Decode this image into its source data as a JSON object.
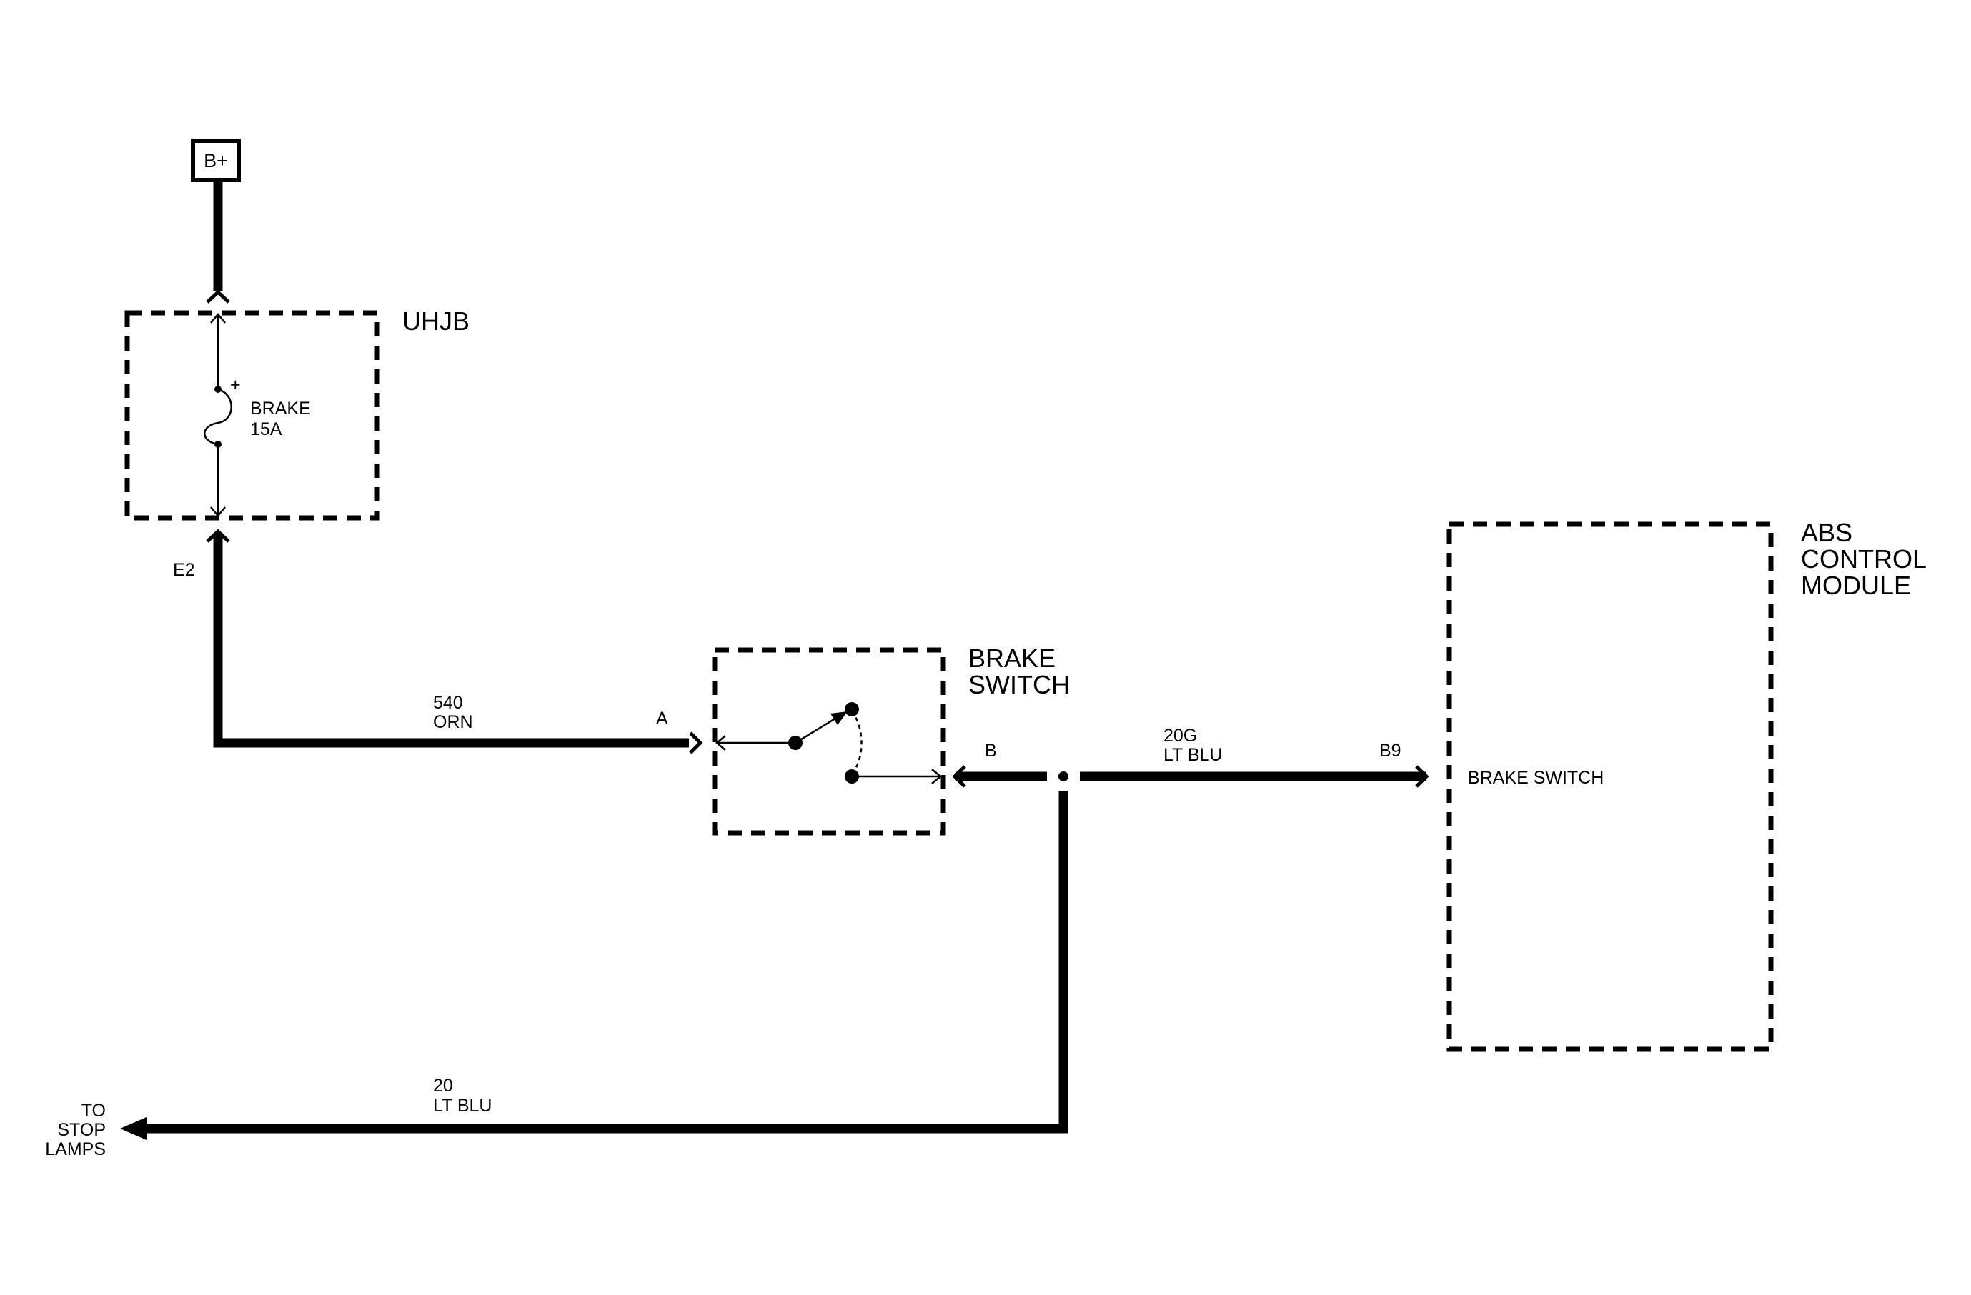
{
  "battery": {
    "label": "B+"
  },
  "junction_box": {
    "name": "UHJB",
    "fuse_name": "BRAKE",
    "fuse_rating": "15A",
    "fuse_polarity": "+",
    "output_pin": "E2"
  },
  "wire_orn": {
    "circuit": "540",
    "color": "ORN"
  },
  "brake_switch": {
    "title_line1": "BRAKE",
    "title_line2": "SWITCH",
    "pin_a": "A",
    "pin_b": "B"
  },
  "wire_to_abs": {
    "circuit": "20G",
    "color": "LT BLU"
  },
  "abs_module": {
    "title_line1": "ABS",
    "title_line2": "CONTROL",
    "title_line3": "MODULE",
    "pin": "B9",
    "input_label": "BRAKE SWITCH"
  },
  "wire_to_lamps": {
    "circuit": "20",
    "color": "LT BLU"
  },
  "stop_lamps": {
    "line1": "TO",
    "line2": "STOP",
    "line3": "LAMPS"
  }
}
